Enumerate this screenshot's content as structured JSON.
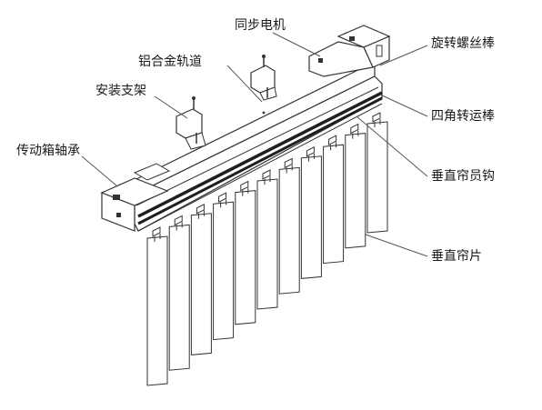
{
  "labels": {
    "motor": "同步电机",
    "rail": "铝合金轨道",
    "bracket": "安装支架",
    "gearbox": "传动箱轴承",
    "screw_rod": "旋转螺丝棒",
    "square_rod": "四角转运棒",
    "hook": "垂直帘员钩",
    "slat": "垂直帘片"
  },
  "slat_count": 11,
  "colors": {
    "stroke": "#333333",
    "leader": "#555555",
    "rail_stripe": "#1f1f1f",
    "fill": "#ffffff",
    "shade": "#e8e8e8"
  }
}
